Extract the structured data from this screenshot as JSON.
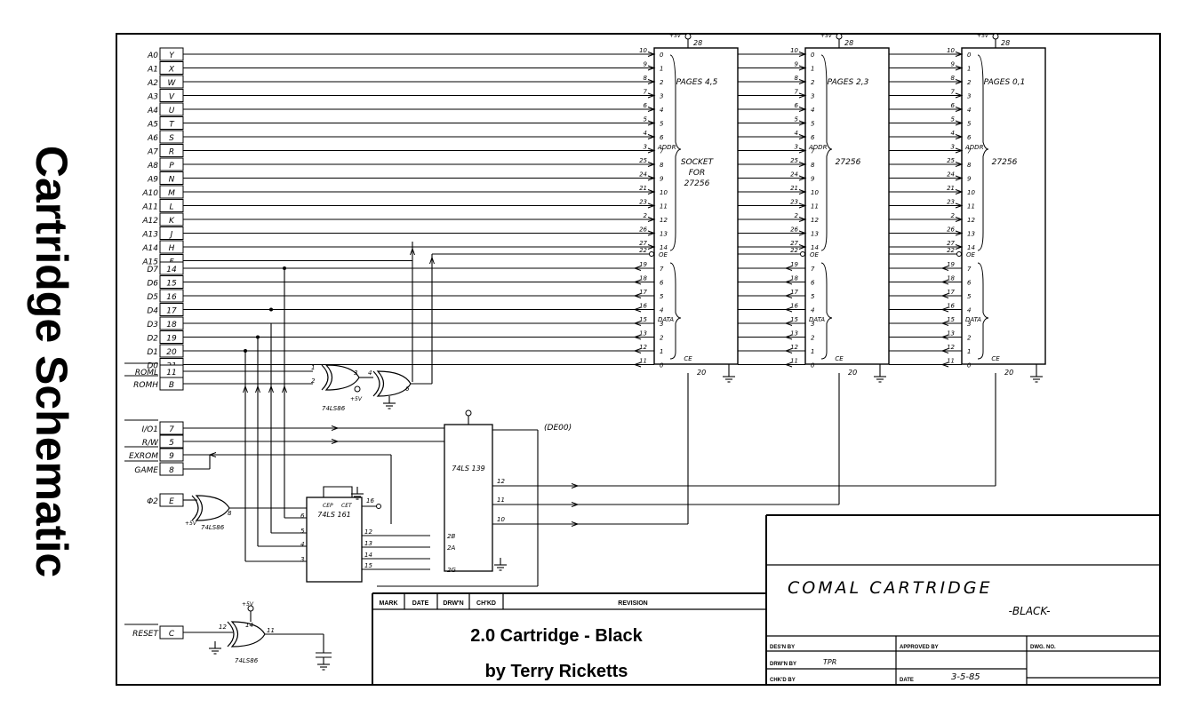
{
  "page": {
    "side_title": "Cartridge Schematic"
  },
  "connector": {
    "address_signals": [
      "A0",
      "A1",
      "A2",
      "A3",
      "A4",
      "A5",
      "A6",
      "A7",
      "A8",
      "A9",
      "A10",
      "A11",
      "A12",
      "A13",
      "A14",
      "A15"
    ],
    "address_pins": [
      "Y",
      "X",
      "W",
      "V",
      "U",
      "T",
      "S",
      "R",
      "P",
      "N",
      "M",
      "L",
      "K",
      "J",
      "H",
      "F"
    ],
    "data_signals": [
      "D7",
      "D6",
      "D5",
      "D4",
      "D3",
      "D2",
      "D1",
      "D0"
    ],
    "data_pins": [
      "14",
      "15",
      "16",
      "17",
      "18",
      "19",
      "20",
      "21"
    ],
    "rom_signals": [
      "ROML",
      "ROMH"
    ],
    "rom_pins": [
      "11",
      "B"
    ],
    "ctrl_signals": [
      "I/O1",
      "R/W",
      "EXROM",
      "GAME"
    ],
    "ctrl_pins": [
      "7",
      "5",
      "9",
      "8"
    ],
    "phi2": {
      "label": "Φ2",
      "pin": "E"
    },
    "reset": {
      "label": "RESET",
      "pin": "C"
    }
  },
  "eproms": [
    {
      "pages": "PAGES 4,5",
      "part": "SOCKET FOR 27256",
      "ce_pin": "20",
      "vcc": "+5V",
      "vcc_pin": "28"
    },
    {
      "pages": "PAGES 2,3",
      "part": "27256",
      "ce_pin": "20",
      "vcc": "+5V",
      "vcc_pin": "28"
    },
    {
      "pages": "PAGES 0,1",
      "part": "27256",
      "ce_pin": "20",
      "vcc": "+5V",
      "vcc_pin": "28"
    }
  ],
  "eprom_labels": {
    "addr": "ADDR",
    "data": "DATA",
    "oe": "OE",
    "ce": "CE"
  },
  "eprom_addr_pins": [
    "10",
    "9",
    "8",
    "7",
    "6",
    "5",
    "4",
    "3",
    "25",
    "24",
    "21",
    "23",
    "2",
    "26",
    "27"
  ],
  "eprom_addr_bits": [
    "0",
    "1",
    "2",
    "3",
    "4",
    "5",
    "6",
    "7",
    "8",
    "9",
    "10",
    "11",
    "12",
    "13",
    "14"
  ],
  "eprom_oe_pin": "22",
  "eprom_data_pins": [
    "19",
    "18",
    "17",
    "16",
    "15",
    "13",
    "12",
    "11"
  ],
  "eprom_data_bits": [
    "7",
    "6",
    "5",
    "4",
    "3",
    "2",
    "1",
    "0"
  ],
  "ics": {
    "xor_gates": "74LS86",
    "counter": "74LS161",
    "decoder": "74LS139",
    "decoder_output_label": "(DE00)",
    "vcc": "+5V"
  },
  "title_block": {
    "revision_headers": [
      "MARK",
      "DATE",
      "DRW'N",
      "CH'KD",
      "REVISION"
    ],
    "line1": "2.0 Cartridge - Black",
    "line2": "by Terry Ricketts",
    "project": "COMAL CARTRIDGE",
    "variant": "-BLACK-",
    "des_by": "DES'N BY",
    "drwn_by": "DRW'N BY",
    "drwn_by_value": "TPR",
    "chkd_by": "CHK'D BY",
    "approved_by": "APPROVED BY",
    "date_label": "DATE",
    "date_value": "3-5-85",
    "dwg_no": "DWG. NO."
  }
}
